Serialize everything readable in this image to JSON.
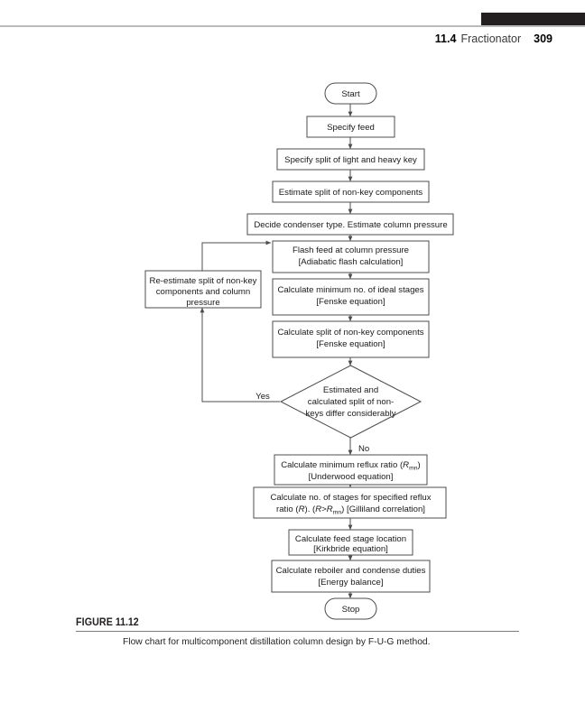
{
  "header": {
    "section_number": "11.4",
    "section_title": "Fractionator",
    "page_number": "309"
  },
  "figure": {
    "label_word": "FIGURE",
    "label_number": "11.12",
    "caption": "Flow chart for multicomponent distillation column design by F-U-G method."
  },
  "flowchart": {
    "type": "flowchart",
    "title": "Flow chart for multicomponent distillation column design by F-U-G method",
    "nodes": [
      {
        "id": "start",
        "shape": "terminator",
        "text": [
          "Start"
        ]
      },
      {
        "id": "feed",
        "shape": "process",
        "text": [
          "Specify feed"
        ]
      },
      {
        "id": "split_keys",
        "shape": "process",
        "text": [
          "Specify split of light and heavy key"
        ]
      },
      {
        "id": "est_nonkey",
        "shape": "process",
        "text": [
          "Estimate split of non-key components"
        ]
      },
      {
        "id": "condenser",
        "shape": "process",
        "text": [
          "Decide condenser type. Estimate column pressure"
        ]
      },
      {
        "id": "flash",
        "shape": "process",
        "text": [
          "Flash feed at column pressure",
          "[Adiabatic flash calculation]"
        ]
      },
      {
        "id": "min_stages",
        "shape": "process",
        "text": [
          "Calculate minimum no. of ideal stages",
          "[Fenske equation]"
        ]
      },
      {
        "id": "calc_split",
        "shape": "process",
        "text": [
          "Calculate split of non-key components",
          "[Fenske equation]"
        ]
      },
      {
        "id": "decision",
        "shape": "decision",
        "text": [
          "Estimated and",
          "calculated split of non-",
          "keys differ considerably"
        ]
      },
      {
        "id": "reestimate",
        "shape": "process",
        "text": [
          "Re-estimate split of non-key",
          "components and column",
          "pressure"
        ]
      },
      {
        "id": "min_reflux",
        "shape": "process",
        "text": [
          "Calculate minimum reflux ratio (R_mn)",
          "[Underwood equation]"
        ]
      },
      {
        "id": "num_stages",
        "shape": "process",
        "text": [
          "Calculate no. of stages for specified reflux",
          "ratio (R). (R>R_mn) [Gilliland correlation]"
        ]
      },
      {
        "id": "feed_stage",
        "shape": "process",
        "text": [
          "Calculate feed stage location",
          "[Kirkbride equation]"
        ]
      },
      {
        "id": "duties",
        "shape": "process",
        "text": [
          "Calculate reboiler and condense duties",
          "[Energy balance]"
        ]
      },
      {
        "id": "stop",
        "shape": "terminator",
        "text": [
          "Stop"
        ]
      }
    ],
    "edge_labels": {
      "yes": "Yes",
      "no": "No"
    },
    "node_text": {
      "start": "Start",
      "feed": "Specify feed",
      "split_keys": "Specify split of light and heavy key",
      "est_nonkey": "Estimate split of non-key components",
      "condenser": "Decide condenser type. Estimate column pressure",
      "flash_l1": "Flash feed at column pressure",
      "flash_l2": "[Adiabatic flash calculation]",
      "min_stages_l1": "Calculate minimum no. of ideal stages",
      "min_stages_l2": "[Fenske equation]",
      "calc_split_l1": "Calculate split of non-key components",
      "calc_split_l2": "[Fenske equation]",
      "decision_l1": "Estimated and",
      "decision_l2": "calculated split of non-",
      "decision_l3": "keys differ considerably",
      "reestimate_l1": "Re-estimate split of non-key",
      "reestimate_l2": "components and column",
      "reestimate_l3": "pressure",
      "min_reflux_l1_a": "Calculate minimum reflux ratio (",
      "min_reflux_l1_r": "R",
      "min_reflux_l1_sub": "mn",
      "min_reflux_l1_b": ")",
      "min_reflux_l2": "[Underwood equation]",
      "num_stages_l1": "Calculate no. of stages for specified reflux",
      "num_stages_l2_a": "ratio (",
      "num_stages_l2_r1": "R",
      "num_stages_l2_b": "). (",
      "num_stages_l2_r2": "R",
      "num_stages_l2_gt": ">",
      "num_stages_l2_r3": "R",
      "num_stages_l2_sub": "mn",
      "num_stages_l2_c": ") [Gilliland correlation]",
      "feed_stage_l1": "Calculate feed stage location",
      "feed_stage_l2": "[Kirkbride equation]",
      "duties_l1": "Calculate reboiler and condense duties",
      "duties_l2": "[Energy balance]",
      "stop": "Stop"
    }
  },
  "colors": {
    "ink": "#1a1a1a",
    "stroke": "#4d4d4d",
    "rule": "#7c7c7c",
    "head_rule": "#bcbcbc",
    "black_bar": "#231f20",
    "page": "#ffffff"
  }
}
